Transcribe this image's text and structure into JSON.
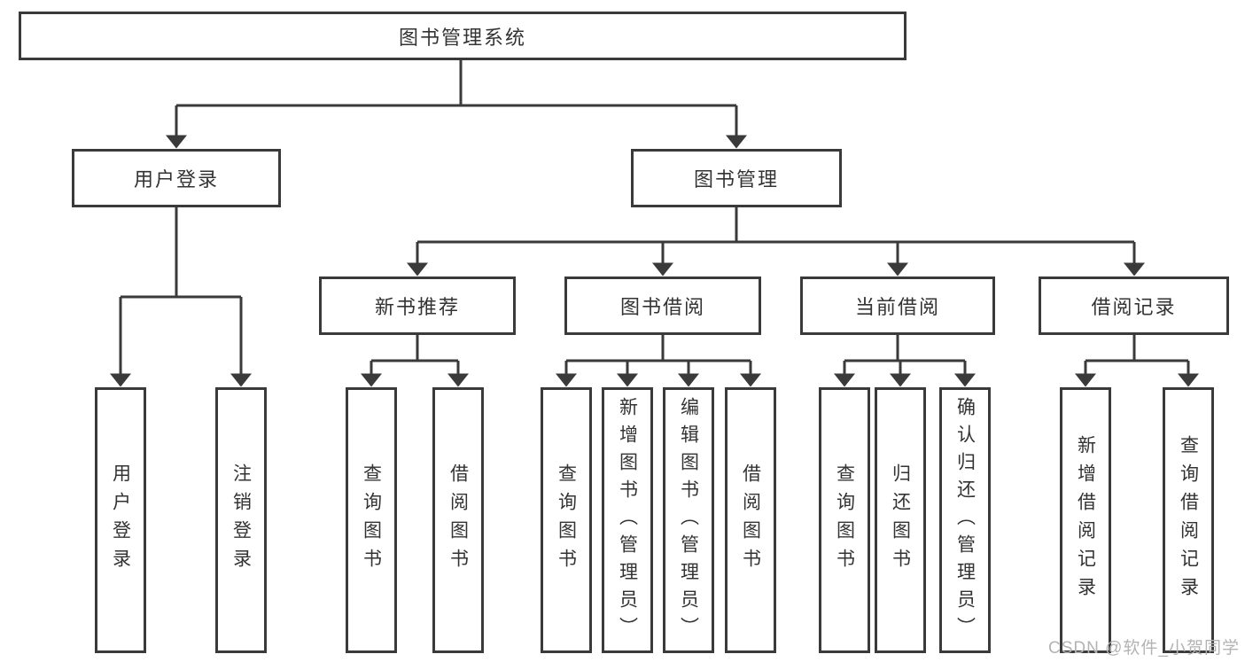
{
  "diagram": {
    "title": "图书管理系统",
    "level2": {
      "user_login": "用户登录",
      "book_management": "图书管理"
    },
    "level3": {
      "new_book_recommend": "新书推荐",
      "book_borrowing": "图书借阅",
      "current_borrowing": "当前借阅",
      "borrowing_records": "借阅记录"
    },
    "leaves": {
      "user_login": "用户登录",
      "logout": "注销登录",
      "recommend_query": "查询图书",
      "recommend_borrow": "借阅图书",
      "borrowing_query": "查询图书",
      "borrowing_add": "新增图书（管理员）",
      "borrowing_edit": "编辑图书（管理员）",
      "borrowing_borrow": "借阅图书",
      "current_query": "查询图书",
      "current_return": "归还图书",
      "current_confirm": "确认归还（管理员）",
      "records_add": "新增借阅记录",
      "records_query": "查询借阅记录"
    }
  },
  "watermark": {
    "text": "CSDN @软件_小贺同学"
  },
  "colors": {
    "line": "#3a3a3a",
    "text": "#333333",
    "watermark": "#b3b3b3",
    "background": "#ffffff"
  }
}
